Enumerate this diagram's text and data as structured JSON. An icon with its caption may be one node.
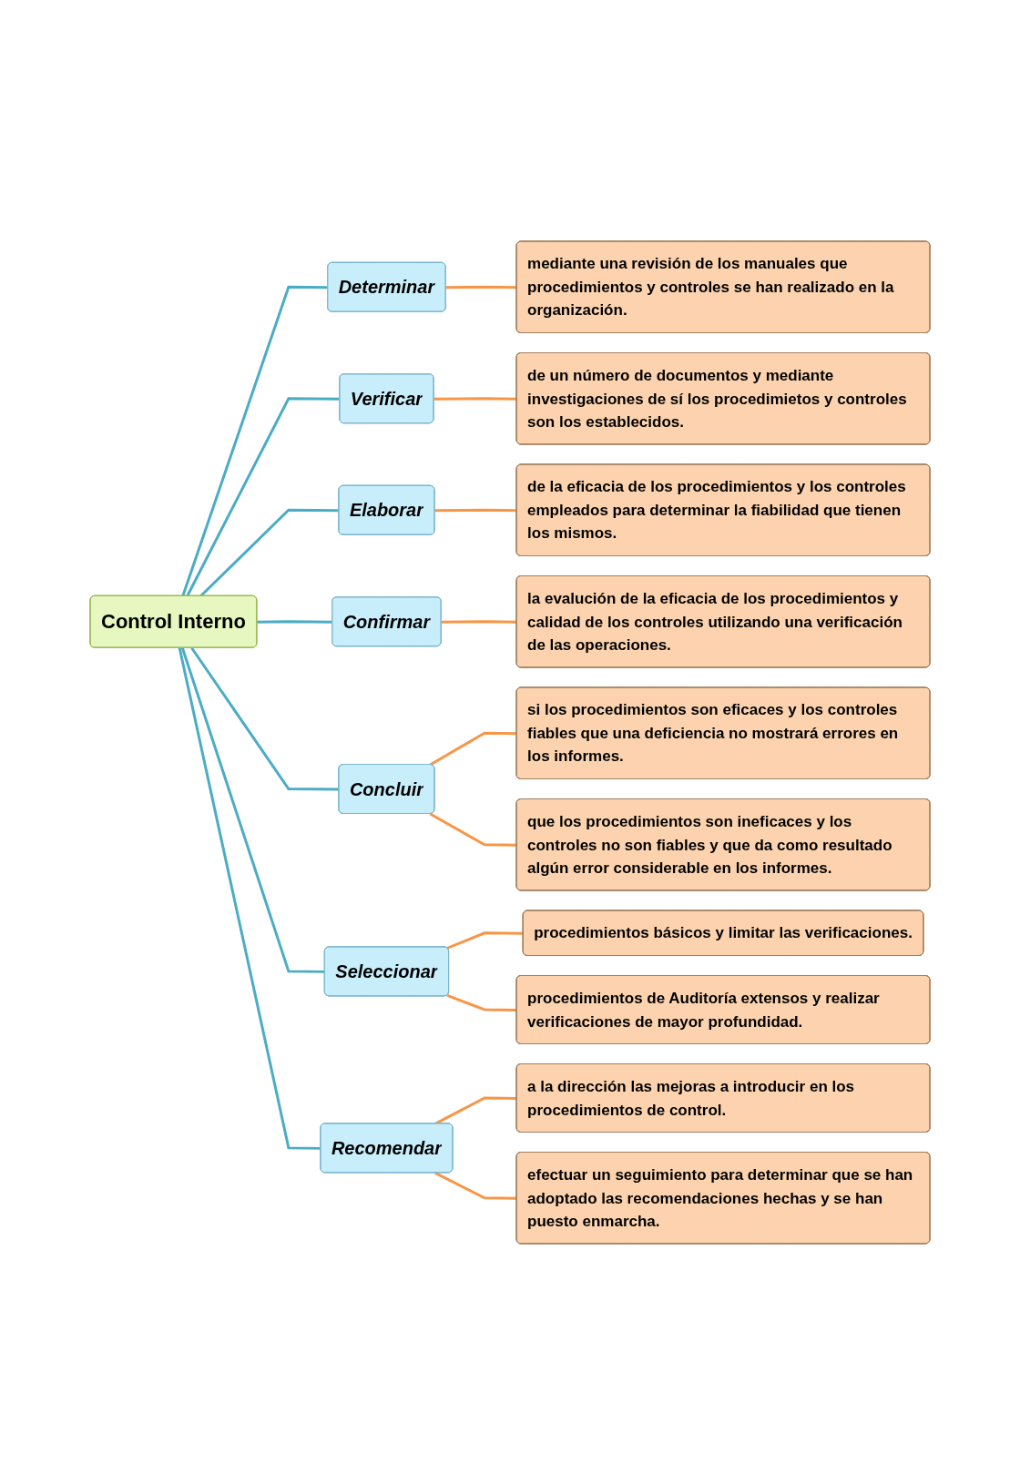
{
  "diagram": {
    "nodes": [
      {
        "text": [
          "Control Interno"
        ]
      },
      {
        "text": [
          "Determinar"
        ]
      },
      {
        "text": [
          "mediante una revisión de los manuales que procedimientos y controles se han realizado en la organización."
        ]
      },
      {
        "text": [
          "Verificar"
        ]
      },
      {
        "text": [
          "de un número de documentos y mediante investigaciones de sí los procedimietos y controles son los establecidos."
        ]
      },
      {
        "text": [
          "Elaborar"
        ]
      },
      {
        "text": [
          "de la eficacia de los procedimientos y los controles empleados para determinar la fiabilidad que tienen los mismos."
        ]
      },
      {
        "text": [
          "Confirmar"
        ]
      },
      {
        "text": [
          "la evalución de la eficacia de los procedimientos y calidad de los controles utilizando una verificación de las operaciones."
        ]
      },
      {
        "text": [
          "Concluir"
        ]
      },
      {
        "text": [
          "si los procedimientos son eficaces y los controles fiables que una deficiencia no mostrará errores en los informes."
        ]
      },
      {
        "text": [
          "que los procedimientos son ineficaces y los controles no son fiables y que da como resultado algún error considerable en los informes."
        ]
      },
      {
        "text": [
          "Seleccionar"
        ]
      },
      {
        "text": [
          "procedimientos básicos y limitar las verificaciones."
        ]
      },
      {
        "text": [
          "procedimientos de Auditoría extensos y realizar verificaciones de mayor profundidad."
        ]
      },
      {
        "text": [
          "Recomendar"
        ]
      },
      {
        "text": [
          "a la dirección las mejoras a introducir en los procedimientos de control."
        ]
      },
      {
        "text": [
          "efectuar un seguimiento para determinar que se han adoptado las recomendaciones hechas y se han puesto enmarcha."
        ]
      }
    ],
    "edges": [
      {
        "from": 0,
        "to": 1,
        "arrow": "none",
        "color": "#4bacc6"
      },
      {
        "from": 0,
        "to": 3,
        "arrow": "none",
        "color": "#4bacc6"
      },
      {
        "from": 0,
        "to": 5,
        "arrow": "none",
        "color": "#4bacc6"
      },
      {
        "from": 0,
        "to": 7,
        "arrow": "none",
        "color": "#4bacc6"
      },
      {
        "from": 0,
        "to": 9,
        "arrow": "none",
        "color": "#4bacc6"
      },
      {
        "from": 0,
        "to": 12,
        "arrow": "none",
        "color": "#4bacc6"
      },
      {
        "from": 0,
        "to": 15,
        "arrow": "none",
        "color": "#4bacc6"
      },
      {
        "from": 1,
        "to": 2,
        "arrow": "none"
      },
      {
        "from": 3,
        "to": 4,
        "arrow": "none"
      },
      {
        "from": 5,
        "to": 6,
        "arrow": "none"
      },
      {
        "from": 7,
        "to": 8,
        "arrow": "none"
      },
      {
        "from": 9,
        "to": 10,
        "arrow": "none"
      },
      {
        "from": 9,
        "to": 11,
        "arrow": "none"
      },
      {
        "from": 12,
        "to": 13,
        "arrow": "none"
      },
      {
        "from": 12,
        "to": 14,
        "arrow": "none"
      },
      {
        "from": 15,
        "to": 16,
        "arrow": "none"
      },
      {
        "from": 15,
        "to": 17,
        "arrow": "none"
      }
    ]
  }
}
